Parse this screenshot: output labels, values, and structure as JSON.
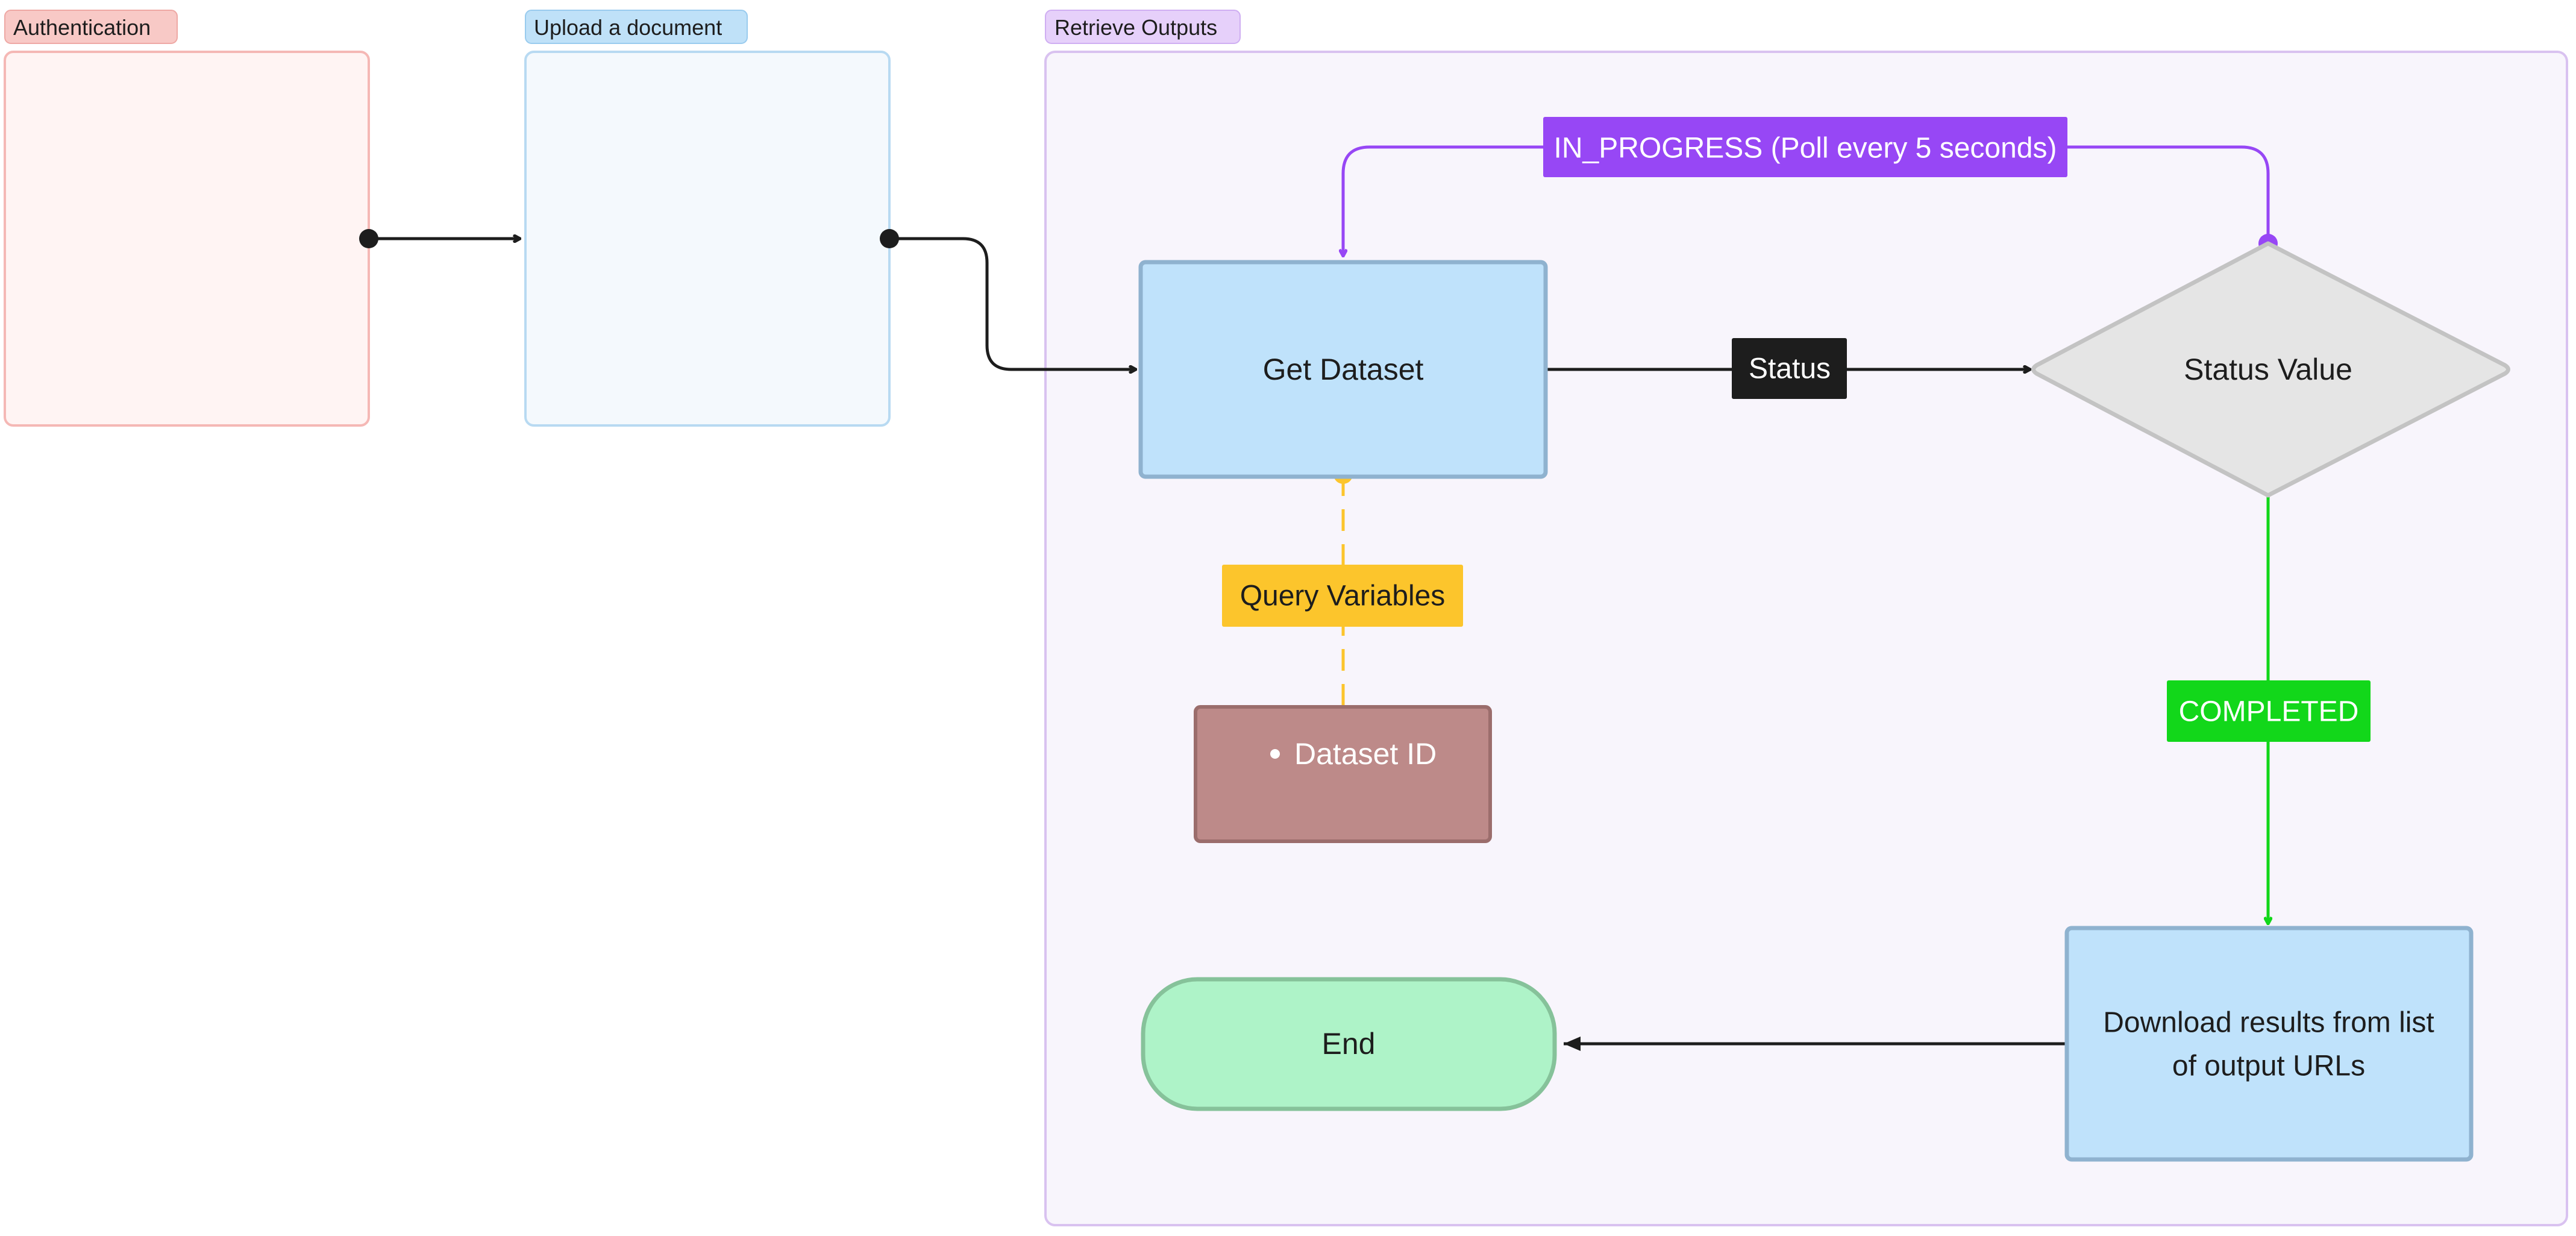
{
  "groups": {
    "authentication": {
      "label": "Authentication"
    },
    "upload": {
      "label": "Upload a document"
    },
    "retrieve": {
      "label": "Retrieve Outputs"
    }
  },
  "nodes": {
    "get_dataset": "Get Dataset",
    "status_value": "Status Value",
    "query_variables": "Query Variables",
    "dataset_id": "Dataset ID",
    "download_line1": "Download results from list",
    "download_line2": "of output URLs",
    "end": "End"
  },
  "edge_labels": {
    "in_progress": "IN_PROGRESS (Poll every 5 seconds)",
    "status": "Status",
    "completed": "COMPLETED"
  },
  "colors": {
    "auth_fill": "#fff4f3",
    "auth_stroke": "#f5b8b5",
    "auth_tag": "#f8c9c6",
    "upload_fill": "#f4f9fd",
    "upload_stroke": "#b8daf2",
    "upload_tag": "#bfe1f8",
    "retrieve_fill": "#f8f5fc",
    "retrieve_stroke": "#d9c2f0",
    "retrieve_tag": "#e6d0fa",
    "process_fill": "#bfe2fb",
    "process_stroke": "#8fb2cf",
    "decision_fill": "#e5e5e5",
    "decision_stroke": "#c3c3c3",
    "end_fill": "#aef3c8",
    "end_stroke": "#86c29a",
    "dataset_fill": "#bd8a89",
    "dataset_stroke": "#9b6d6c",
    "purple": "#9747f5",
    "green": "#12d71a",
    "yellow": "#fcc52c",
    "dark": "#1d1d1d"
  }
}
